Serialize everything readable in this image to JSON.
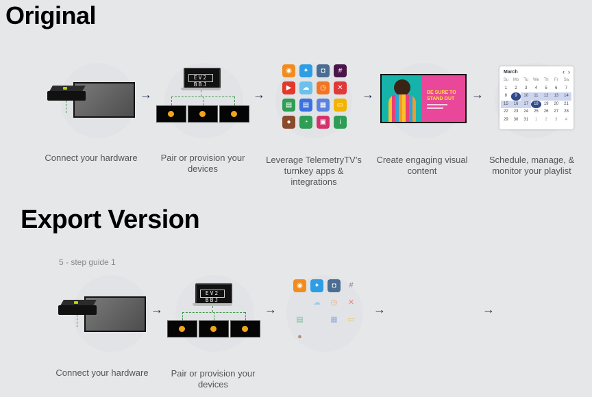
{
  "headings": {
    "original": "Original",
    "export": "Export Version"
  },
  "export_subtitle": "5 - step guide 1",
  "steps": [
    {
      "caption": "Connect your hardware"
    },
    {
      "caption": "Pair or provision your devices"
    },
    {
      "caption": "Leverage TelemetryTV’s turnkey apps & integrations"
    },
    {
      "caption": "Create engaging visual content"
    },
    {
      "caption": "Schedule, manage, & monitor your playlist"
    }
  ],
  "export_steps": [
    {
      "caption": "Connect your hardware"
    },
    {
      "caption": "Pair or provision your devices"
    }
  ],
  "arrow_glyph": "→",
  "pairing_code": "EV2 BBJ",
  "poster_text": {
    "line1": "BE SURE TO",
    "line2": "STAND OUT"
  },
  "apps": [
    {
      "name": "rss-icon",
      "glyph": "◉",
      "color": "#f28c1e"
    },
    {
      "name": "twitter-icon",
      "glyph": "✦",
      "color": "#2d9de6"
    },
    {
      "name": "instagram-icon",
      "glyph": "◘",
      "color": "#4b6d92"
    },
    {
      "name": "slack-icon",
      "glyph": "#",
      "color": "#4a154b"
    },
    {
      "name": "youtube-icon",
      "glyph": "▶",
      "color": "#e13a2c"
    },
    {
      "name": "weather-icon",
      "glyph": "☁",
      "color": "#6cc1ea"
    },
    {
      "name": "clock-icon",
      "glyph": "◷",
      "color": "#f27522"
    },
    {
      "name": "restaurant-icon",
      "glyph": "✕",
      "color": "#e23838"
    },
    {
      "name": "sheets-icon",
      "glyph": "▤",
      "color": "#2f9e55"
    },
    {
      "name": "docs-icon",
      "glyph": "▤",
      "color": "#3a73e0"
    },
    {
      "name": "calendar-grid-icon",
      "glyph": "▦",
      "color": "#5b83dd"
    },
    {
      "name": "slides-icon",
      "glyph": "▭",
      "color": "#f3b300"
    },
    {
      "name": "contacts-icon",
      "glyph": "●",
      "color": "#8a4b2b"
    },
    {
      "name": "timer-icon",
      "glyph": "◔",
      "color": "#2f9e55"
    },
    {
      "name": "event-icon",
      "glyph": "▣",
      "color": "#d3336a"
    },
    {
      "name": "info-icon",
      "glyph": "i",
      "color": "#2f9e55"
    }
  ],
  "calendar": {
    "month": "March",
    "nav_prev": "‹",
    "nav_next": "›",
    "weekdays": [
      "Su",
      "Mo",
      "Tu",
      "We",
      "Th",
      "Fr",
      "Sa"
    ],
    "days": [
      "1",
      "2",
      "3",
      "4",
      "5",
      "6",
      "7",
      "8",
      "9",
      "10",
      "11",
      "12",
      "13",
      "14",
      "15",
      "16",
      "17",
      "18",
      "19",
      "20",
      "21",
      "22",
      "23",
      "24",
      "25",
      "26",
      "27",
      "28",
      "29",
      "30",
      "31",
      "1",
      "2",
      "3",
      "4"
    ],
    "highlight_start": "9",
    "highlight_end": "18"
  }
}
